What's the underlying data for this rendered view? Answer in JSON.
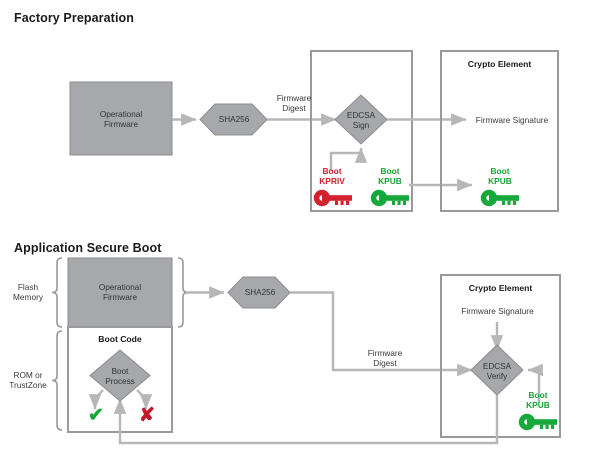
{
  "diagram": {
    "title_top": "Factory Preparation",
    "title_bottom": "Application Secure Boot",
    "colors": {
      "fill_gray": "#a6a8ab",
      "stroke_gray": "#8c8c8c",
      "arrow_gray": "#b7b7b7",
      "red": "#d0232e",
      "green": "#16a83a",
      "text": "#333333"
    }
  },
  "factory": {
    "operational_firmware": "Operational\nFirmware",
    "sha256": "SHA256",
    "firmware_digest": "Firmware\nDigest",
    "ecdsa_sign": "EDCSA\nSign",
    "boot_kpriv": "Boot\nKPRIV",
    "boot_kpub_sign": "Boot\nKPUB",
    "crypto_element": "Crypto Element",
    "firmware_signature": "Firmware Signature",
    "boot_kpub_crypto": "Boot\nKPUB",
    "icons": {
      "key_private": "key-icon-red",
      "key_public_signbox": "key-icon-green",
      "key_public_crypto": "key-icon-green"
    }
  },
  "secureboot": {
    "flash_memory": "Flash\nMemory",
    "rom_trustzone": "ROM or\nTrustZone",
    "operational_firmware": "Operational\nFirmware",
    "boot_code": "Boot Code",
    "boot_process": "Boot\nProcess",
    "pass_mark": "✔",
    "fail_mark": "✘",
    "sha256": "SHA256",
    "firmware_digest": "Firmware\nDigest",
    "crypto_element": "Crypto Element",
    "firmware_signature": "Firmware Signature",
    "ecdsa_verify": "EDCSA\nVerify",
    "boot_kpub": "Boot\nKPUB",
    "icons": {
      "key_public_verify": "key-icon-green",
      "check": "check-icon",
      "cross": "cross-icon"
    }
  }
}
